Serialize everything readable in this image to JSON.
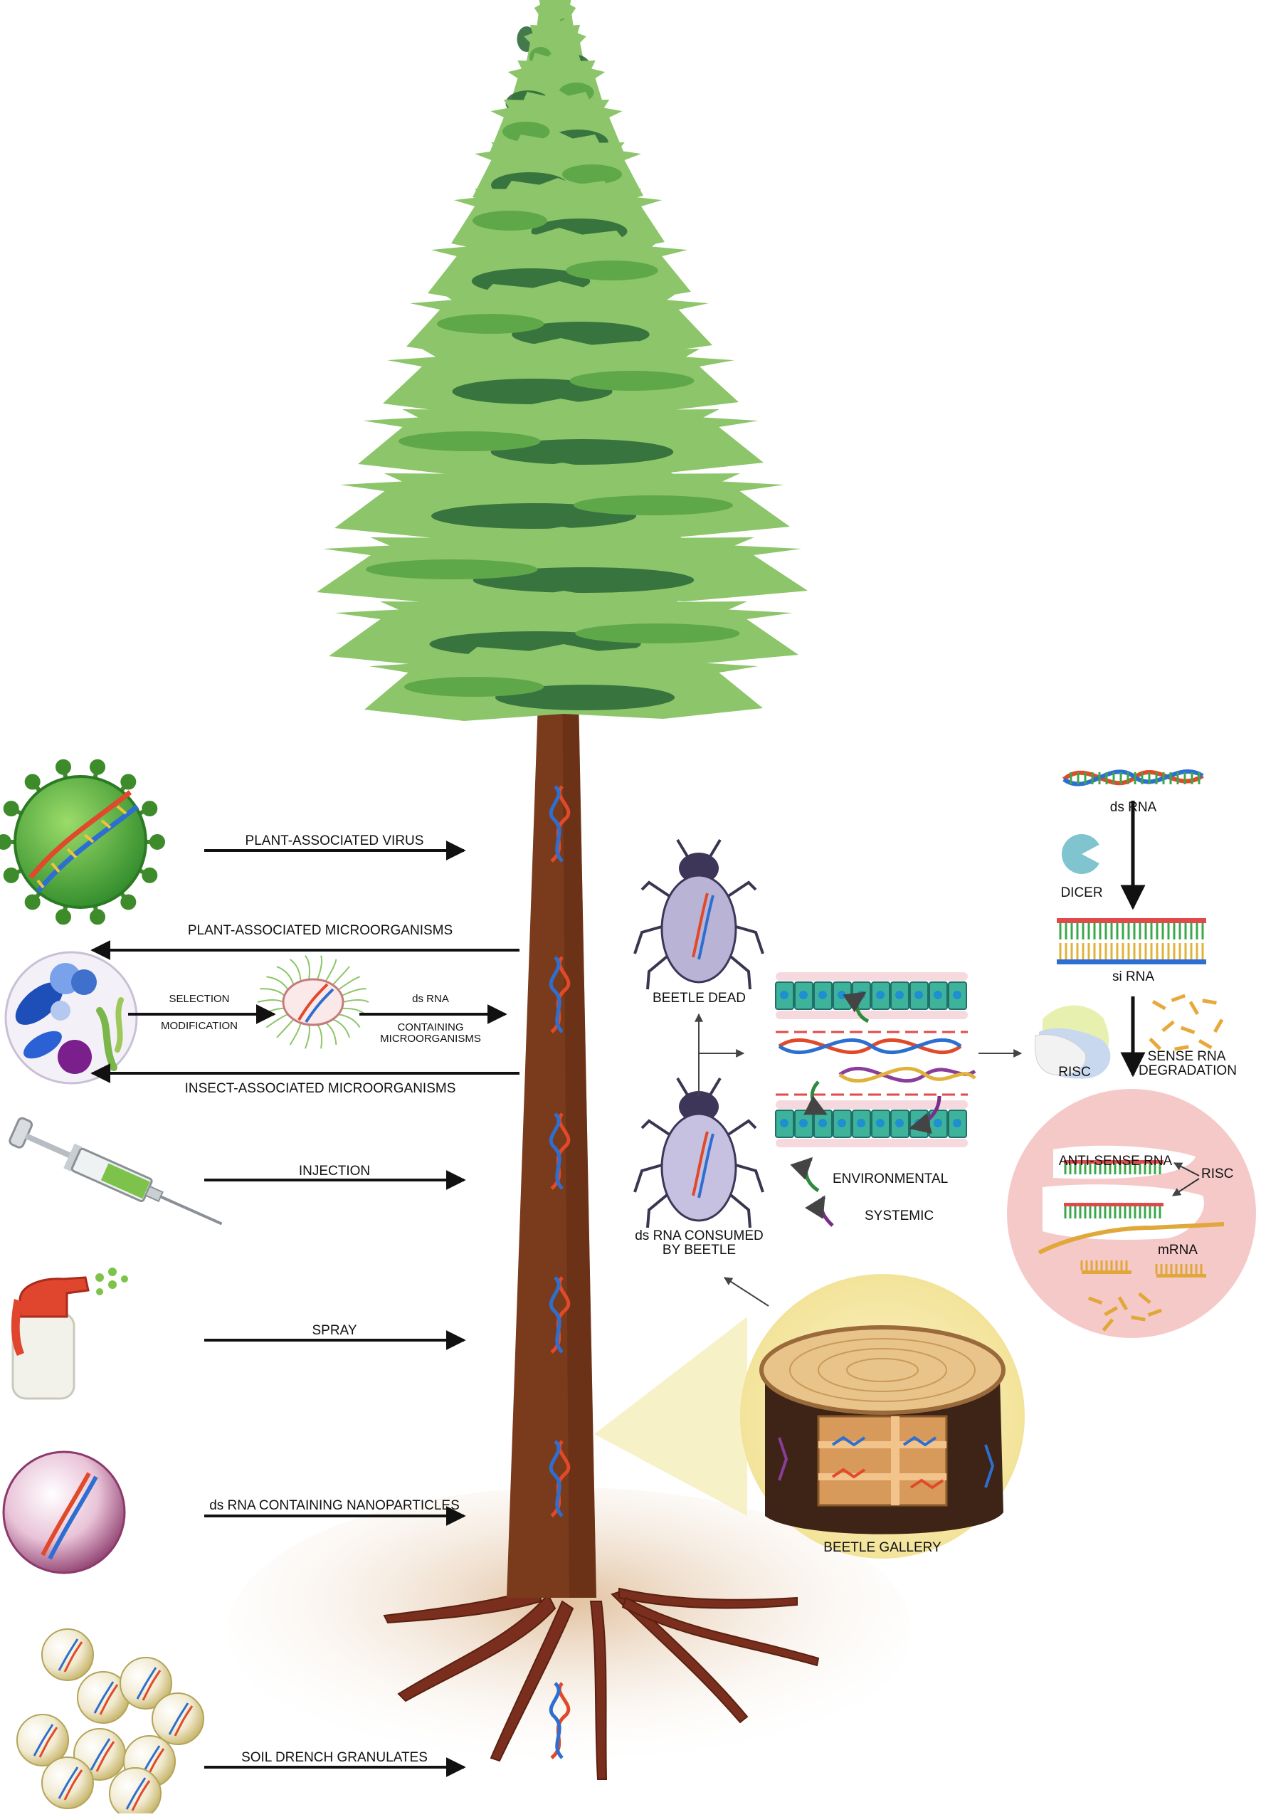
{
  "delivery_methods": {
    "plant_virus": "PLANT-ASSOCIATED VIRUS",
    "plant_microorganisms": "PLANT-ASSOCIATED MICROORGANISMS",
    "selection": "SELECTION",
    "modification": "MODIFICATION",
    "dsrna": "ds RNA",
    "containing_microorganisms": "CONTAINING\nMICROORGANISMS",
    "insect_microorganisms": "INSECT-ASSOCIATED MICROORGANISMS",
    "injection": "INJECTION",
    "spray": "SPRAY",
    "nanoparticles": "ds RNA CONTAINING NANOPARTICLES",
    "soil_drench": "SOIL DRENCH GRANULATES"
  },
  "beetle": {
    "dead": "BEETLE DEAD",
    "consumed": "ds RNA CONSUMED\nBY BEETLE",
    "gallery": "BEETLE GALLERY"
  },
  "gut": {
    "environmental": "ENVIRONMENTAL",
    "systemic": "SYSTEMIC"
  },
  "rnai": {
    "dsrna": "ds RNA",
    "dicer": "DICER",
    "sirna": "si RNA",
    "risc": "RISC",
    "sense_degradation": "SENSE RNA\nDEGRADATION",
    "antisense": "ANTI-SENSE RNA",
    "risc2": "RISC",
    "mrna": "mRNA"
  },
  "colors": {
    "trunk": "#7a3a1c",
    "foliage_light": "#8cc56a",
    "foliage_mid": "#5fa84a",
    "foliage_dark": "#2f6a3a",
    "virus": "#5db33f",
    "circle_pink": "#f6c9c9"
  },
  "icons": [
    "virus-icon",
    "microbe-cluster-icon",
    "engineered-microbe-icon",
    "syringe-icon",
    "spray-bottle-icon",
    "nanoparticle-icon",
    "granule-icon",
    "beetle-icon",
    "dna-icon",
    "dicer-icon",
    "risc-icon",
    "stump-icon"
  ]
}
